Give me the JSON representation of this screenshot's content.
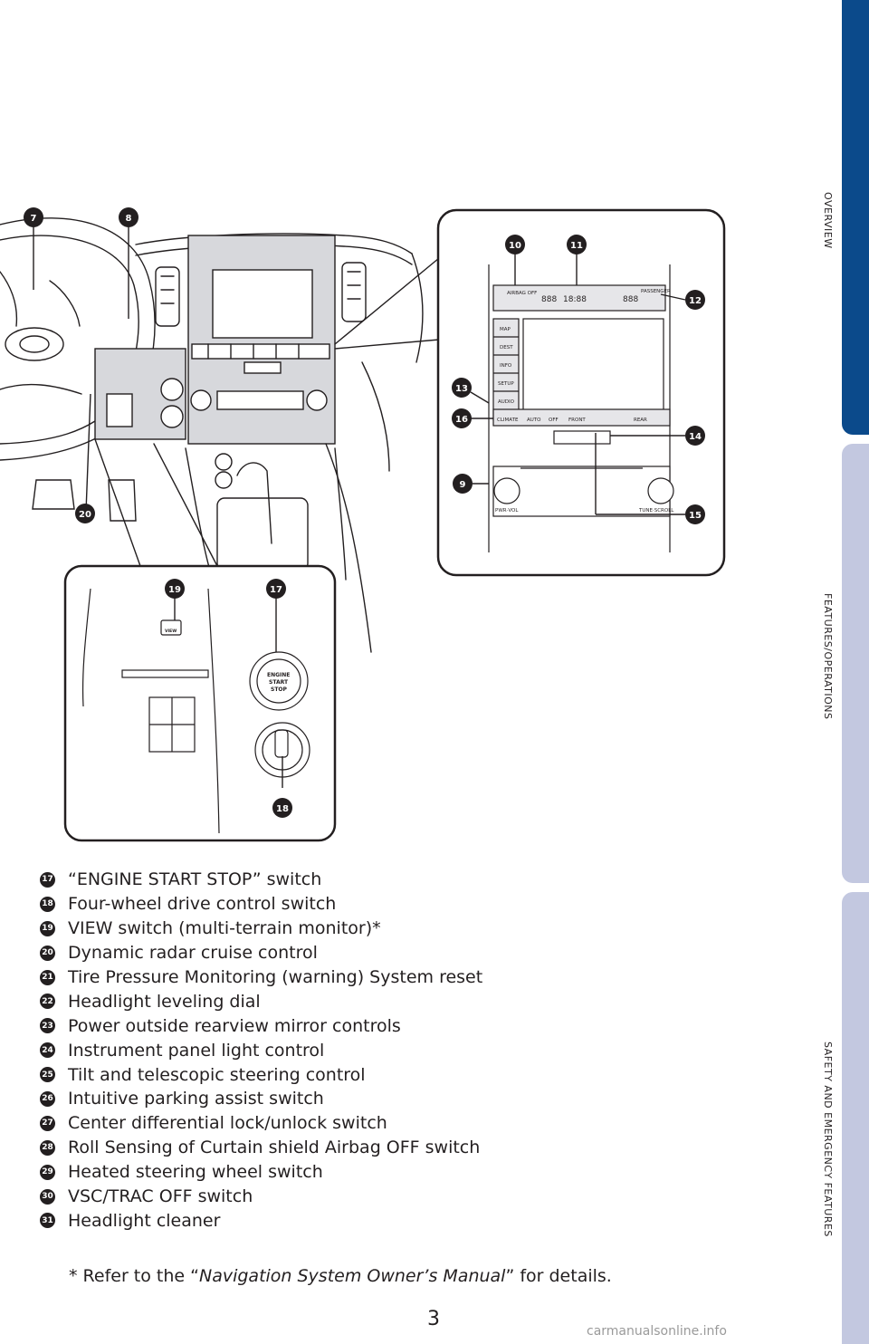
{
  "side_tabs": {
    "overview": "OVERVIEW",
    "features": "FEATURES/OPERATIONS",
    "safety": "SAFETY AND EMERGENCY FEATURES"
  },
  "callouts": {
    "c7": "7",
    "c8": "8",
    "c9": "9",
    "c10": "10",
    "c11": "11",
    "c12": "12",
    "c13": "13",
    "c14": "14",
    "c15": "15",
    "c16": "16",
    "c17": "17",
    "c18": "18",
    "c19": "19",
    "c20": "20"
  },
  "panel_labels": {
    "climate": "CLIMATE",
    "auto": "AUTO",
    "off": "OFF",
    "front": "FRONT",
    "rear": "REAR",
    "map": "MAP",
    "dest": "DEST",
    "info": "INFO",
    "setup": "SETUP",
    "audio": "AUDIO",
    "pwr_vol": "PWR·VOL",
    "tune_scroll": "TUNE·SCROLL",
    "disp": "888",
    "clock": "18:88",
    "passenger": "PASSENGER",
    "airbag_off": "AIRBAG OFF",
    "engine": "ENGINE",
    "start": "START",
    "stop": "STOP",
    "view": "VIEW"
  },
  "legend": [
    {
      "num": "17",
      "text": "“ENGINE START STOP” switch"
    },
    {
      "num": "18",
      "text": "Four-wheel drive control switch"
    },
    {
      "num": "19",
      "text": "VIEW switch (multi-terrain monitor)*"
    },
    {
      "num": "20",
      "text": "Dynamic radar cruise control"
    },
    {
      "num": "21",
      "text": "Tire Pressure Monitoring (warning) System reset"
    },
    {
      "num": "22",
      "text": "Headlight leveling dial"
    },
    {
      "num": "23",
      "text": "Power outside rearview mirror controls"
    },
    {
      "num": "24",
      "text": "Instrument panel light control"
    },
    {
      "num": "25",
      "text": "Tilt and telescopic steering control"
    },
    {
      "num": "26",
      "text": "Intuitive parking assist switch"
    },
    {
      "num": "27",
      "text": "Center differential lock/unlock switch"
    },
    {
      "num": "28",
      "text": "Roll Sensing of Curtain shield Airbag OFF switch"
    },
    {
      "num": "29",
      "text": "Heated steering wheel switch"
    },
    {
      "num": "30",
      "text": "VSC/TRAC OFF switch"
    },
    {
      "num": "31",
      "text": "Headlight cleaner"
    }
  ],
  "footnote": {
    "prefix": "* Refer to the “",
    "title": "Navigation System Owner’s Manual",
    "suffix": "” for details."
  },
  "page_number": "3",
  "watermark": "carmanualsonline.info"
}
